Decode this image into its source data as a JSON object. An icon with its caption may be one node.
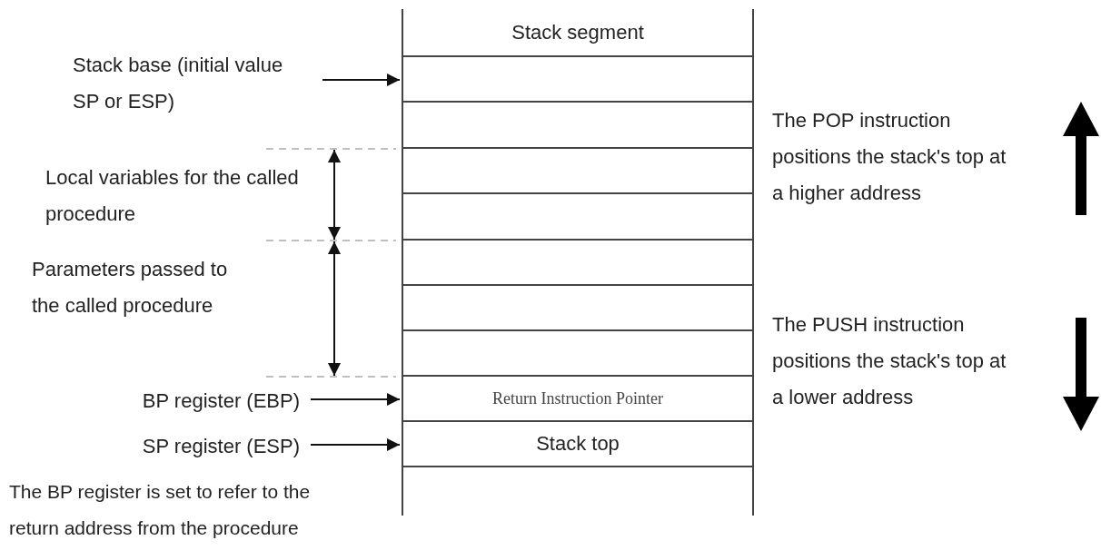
{
  "diagram": {
    "nodes": [
      {
        "text": [
          "Stack segment"
        ]
      },
      {
        "text": [],
        "shape": "box"
      },
      {
        "text": [],
        "shape": "box"
      },
      {
        "text": [],
        "shape": "box"
      },
      {
        "text": [],
        "shape": "box"
      },
      {
        "text": [],
        "shape": "box"
      },
      {
        "text": [],
        "shape": "box"
      },
      {
        "text": [],
        "shape": "box"
      },
      {
        "text": [
          "Return Instruction Pointer"
        ]
      },
      {
        "text": [
          "Stack top"
        ]
      },
      {
        "text": [
          "Stack base (initial value SP or ESP)"
        ]
      },
      {
        "text": [
          "BP register (EBP)"
        ]
      },
      {
        "text": [
          "SP register (ESP)"
        ]
      }
    ],
    "edges": [
      {
        "from": 10,
        "to": 1,
        "arrow": "to"
      },
      {
        "from": 11,
        "to": 8,
        "arrow": "to"
      },
      {
        "from": 12,
        "to": 9,
        "arrow": "to"
      }
    ],
    "labels": [
      "Local variables for the called procedure",
      "Parameters passed to the called procedure",
      "The POP instruction positions the stack's top at a higher address",
      "The PUSH instruction positions the stack's top at a lower address",
      "The BP register is set to refer to the return address from the procedure"
    ]
  }
}
